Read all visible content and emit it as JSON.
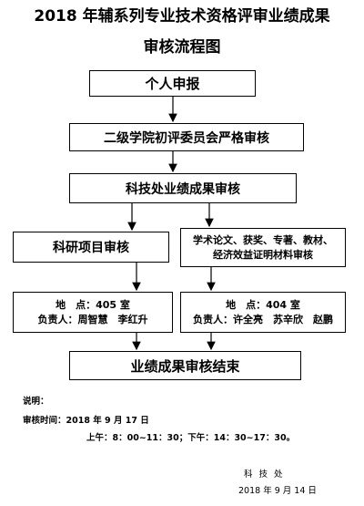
{
  "title": {
    "line1": "2018 年辅系列专业技术资格评审业绩成果",
    "line2": "审核流程图"
  },
  "steps": {
    "s1": "个人申报",
    "s2": "二级学院初评委员会严格审核",
    "s3": "科技处业绩成果审核",
    "s4_left": "科研项目审核",
    "s4_right_line1": "学术论文、获奖、专著、教材、",
    "s4_right_line2": "经济效益证明材料审核",
    "s5_left_line1": "地　点：405 室",
    "s5_left_line2": "负责人：周智慧　李红升",
    "s5_right_line1": "地　点：404 室",
    "s5_right_line2": "负责人：许全亮　苏辛欣　赵鹏",
    "s6": "业绩成果审核结束"
  },
  "notes": {
    "heading": "说明：",
    "time_label": "审核时间：2018 年 9 月 17 日",
    "hours": "上午：8：00~11：30；下午：14：30~17：30。",
    "org": "科 技 处",
    "date": "2018 年 9 月 14 日"
  }
}
